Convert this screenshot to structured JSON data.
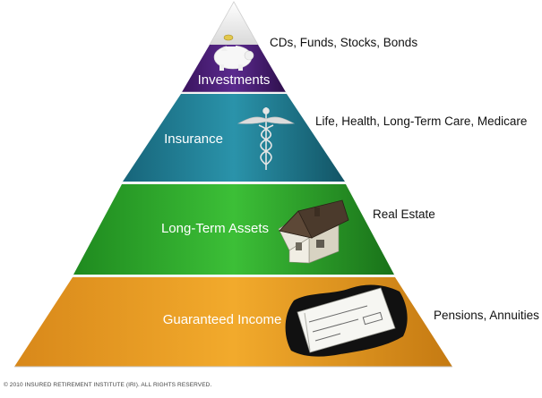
{
  "pyramid": {
    "tiers": [
      {
        "label": "Investments",
        "description": "CDs, Funds, Stocks, Bonds",
        "color": "#4a1f7a",
        "icon": "piggy-bank-icon"
      },
      {
        "label": "Insurance",
        "description": "Life, Health, Long-Term Care, Medicare",
        "color": "#1f7f95",
        "icon": "caduceus-icon"
      },
      {
        "label": "Long-Term Assets",
        "description": "Real Estate",
        "color": "#2aa32a",
        "icon": "house-icon"
      },
      {
        "label": "Guaranteed Income",
        "description": "Pensions, Annuities",
        "color": "#e39a1d",
        "icon": "check-icon"
      }
    ]
  },
  "footer": {
    "copyright": "© 2010 INSURED RETIREMENT INSTITUTE (IRI). ALL RIGHTS RESERVED."
  }
}
